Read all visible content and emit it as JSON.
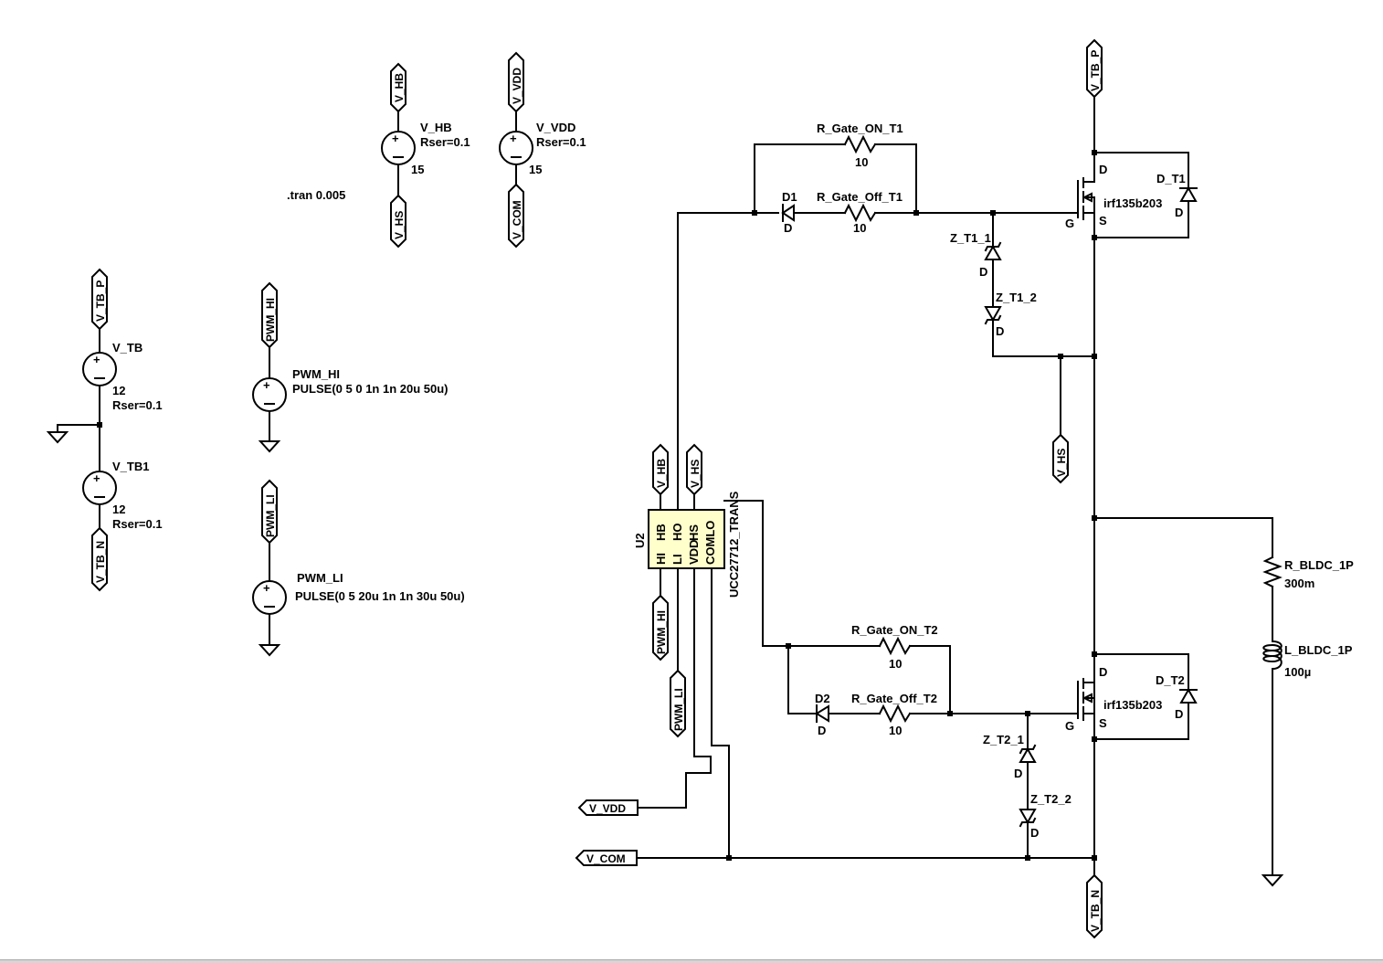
{
  "directive": ".tran 0.005",
  "sources": {
    "v_hb": {
      "name": "V_HB",
      "rser": "Rser=0.1",
      "value": "15",
      "top_net": "V_HB",
      "bottom_net": "V_HS"
    },
    "v_vdd": {
      "name": "V_VDD",
      "rser": "Rser=0.1",
      "value": "15",
      "top_net": "V_VDD",
      "bottom_net": "V_COM"
    },
    "v_tb": {
      "name": "V_TB",
      "value": "12",
      "rser": "Rser=0.1",
      "top_net": "V_TB_P"
    },
    "v_tb1": {
      "name": "V_TB1",
      "value": "12",
      "rser": "Rser=0.1",
      "bottom_net": "V_TB_N"
    },
    "pwm_hi": {
      "name": "PWM_HI",
      "value": "PULSE(0 5 0 1n 1n 20u 50u)",
      "net": "PWM_HI"
    },
    "pwm_li": {
      "name": "PWM_LI",
      "value": "PULSE(0 5 20u 1n 1n 30u 50u)",
      "net": "PWM_LI"
    }
  },
  "driver": {
    "ref": "U2",
    "part": "UCC27712_TRANS",
    "pins": [
      "HB",
      "HO",
      "HS",
      "COMLO",
      "VDD",
      "LI",
      "HI"
    ],
    "nets": {
      "hb": "V_HB",
      "hs": "V_HS",
      "hi": "PWM_HI",
      "li": "PWM_LI",
      "vdd": "V_VDD",
      "com": "V_COM"
    }
  },
  "high_side": {
    "r_on": {
      "name": "R_Gate_ON_T1",
      "value": "10"
    },
    "r_off": {
      "name": "R_Gate_Off_T1",
      "value": "10"
    },
    "diode": {
      "name": "D1",
      "model": "D"
    },
    "mosfet": {
      "model": "irf135b203",
      "d": "D",
      "g": "G",
      "s": "S"
    },
    "body_diode": {
      "name": "D_T1",
      "model": "D"
    },
    "z1": {
      "name": "Z_T1_1",
      "model": "D"
    },
    "z2": {
      "name": "Z_T1_2",
      "model": "D"
    },
    "top_net": "V_TB_P",
    "hs_net": "V_HS"
  },
  "low_side": {
    "r_on": {
      "name": "R_Gate_ON_T2",
      "value": "10"
    },
    "r_off": {
      "name": "R_Gate_Off_T2",
      "value": "10"
    },
    "diode": {
      "name": "D2",
      "model": "D"
    },
    "mosfet": {
      "model": "irf135b203",
      "d": "D",
      "g": "G",
      "s": "S"
    },
    "body_diode": {
      "name": "D_T2",
      "model": "D"
    },
    "z1": {
      "name": "Z_T2_1",
      "model": "D"
    },
    "z2": {
      "name": "Z_T2_2",
      "model": "D"
    },
    "bottom_net": "V_TB_N"
  },
  "load": {
    "r": {
      "name": "R_BLDC_1P",
      "value": "300m"
    },
    "l": {
      "name": "L_BLDC_1P",
      "value": "100µ"
    }
  },
  "left_ports": {
    "vdd": "V_VDD",
    "com": "V_COM"
  },
  "colors": {
    "wire": "#000000",
    "ic_fill": "#ffffcc",
    "background": "#ffffff"
  }
}
